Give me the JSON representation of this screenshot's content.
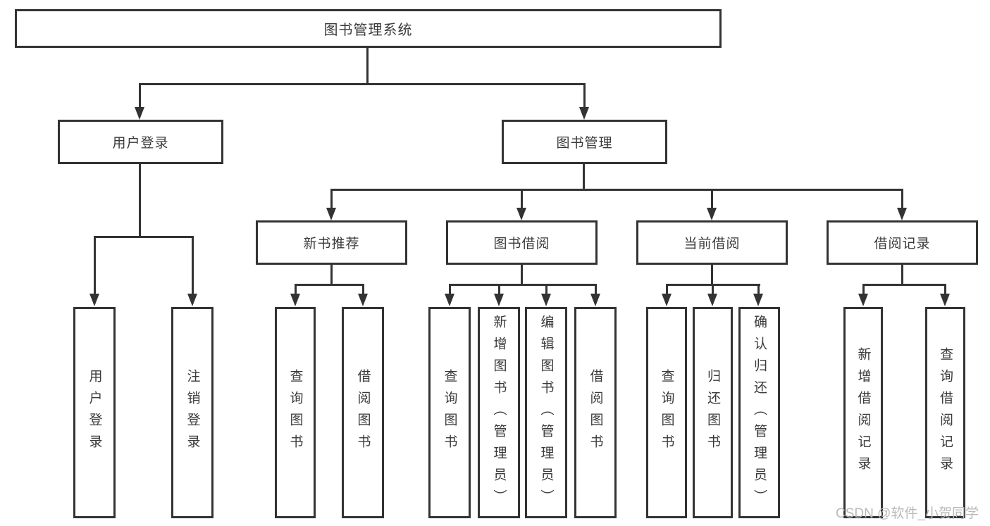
{
  "diagram": {
    "title_node": {
      "label": "图书管理系统"
    },
    "level2": {
      "user_login": {
        "label": "用户登录"
      },
      "book_mgmt": {
        "label": "图书管理"
      }
    },
    "level3": {
      "new_books": {
        "label": "新书推荐"
      },
      "book_borrow": {
        "label": "图书借阅"
      },
      "current_borrow": {
        "label": "当前借阅"
      },
      "borrow_records": {
        "label": "借阅记录"
      }
    },
    "leaves": {
      "login": {
        "label": "用户登录"
      },
      "logout": {
        "label": "注销登录"
      },
      "nb_query": {
        "label": "查询图书"
      },
      "nb_borrow": {
        "label": "借阅图书"
      },
      "bb_query": {
        "label": "查询图书"
      },
      "bb_add": {
        "label": "新增图书（管理员）"
      },
      "bb_edit": {
        "label": "编辑图书（管理员）"
      },
      "bb_borrow": {
        "label": "借阅图书"
      },
      "cb_query": {
        "label": "查询图书"
      },
      "cb_return": {
        "label": "归还图书"
      },
      "cb_confirm": {
        "label": "确认归还（管理员）"
      },
      "br_add": {
        "label": "新增借阅记录"
      },
      "br_query": {
        "label": "查询借阅记录"
      }
    },
    "colors": {
      "line": "#333333",
      "text": "#3a3a3a",
      "background": "#ffffff",
      "watermark": "#b9b9b9"
    }
  },
  "watermark": {
    "text": "CSDN @软件_小贺同学"
  }
}
